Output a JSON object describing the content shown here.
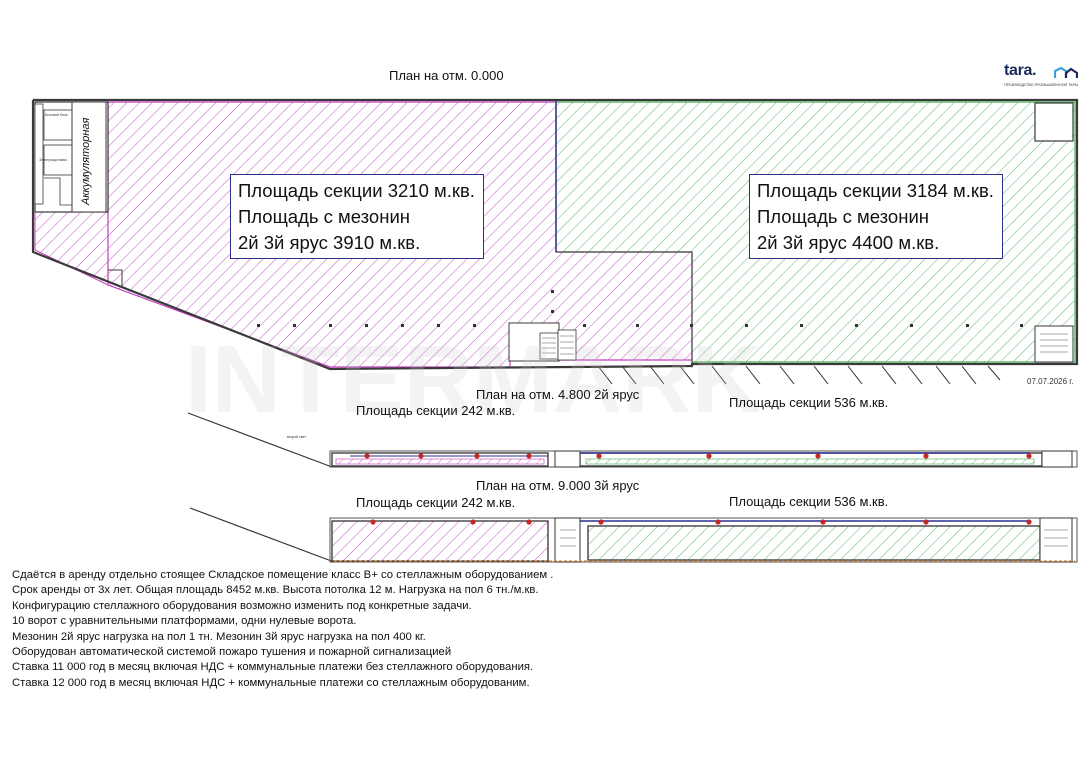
{
  "plan_ground": {
    "title": "План на отм. 0.000",
    "left_section": [
      "Площадь секции 3210 м.кв.",
      "Площадь с мезонин",
      "2й 3й ярус 3910 м.кв."
    ],
    "right_section": [
      "Площадь секции 3184 м.кв.",
      "Площадь с мезонин",
      "2й 3й ярус 4400 м.кв."
    ],
    "room_label": "Аккумуляторная",
    "small_labels": [
      "Бытовой блок",
      "Электрощитовая"
    ]
  },
  "plan_level2": {
    "title": "План на отм. 4.800 2й ярус",
    "left_area": "Площадь секции 242 м.кв.",
    "right_area": "Площадь секции 536 м.кв.",
    "small_label": "второй свет"
  },
  "plan_level3": {
    "title": "План на отм. 9.000 3й ярус",
    "left_area": "Площадь секции 242 м.кв.",
    "right_area": "Площадь секции 536 м.кв."
  },
  "logo": {
    "name": "tara.",
    "tagline": "ПРОИЗВОДСТВО ПРОМЫШЛЕННОЙ ТАРЫ"
  },
  "date": "07.07.2026 г.",
  "watermark": "INTERMARK",
  "description": [
    "Сдаётся в аренду отдельно стоящее Складское помещение класс В+ со стеллажным оборудованием .",
    "Срок аренды от 3х лет. Общая площадь 8452 м.кв.  Высота потолка 12 м. Нагрузка на пол 6 тн./м.кв.",
    "Конфигурацию стеллажного оборудования возможно изменить под конкретные задачи.",
    "10 ворот с уравнительными платформами, одни нулевые ворота.",
    "Мезонин 2й ярус нагрузка на пол 1 тн. Мезонин 3й ярус нагрузка на пол 400 кг.",
    "Оборудован автоматической системой пожаро тушения и пожарной сигнализацией",
    "Ставка 11 000 год в месяц включая НДС + коммунальные платежи без стеллажного оборудования.",
    "Ставка 12 000 год в месяц включая НДС + коммунальные платежи со стеллажным оборудованим."
  ],
  "colors": {
    "left_zone": "#c23ec2",
    "right_zone": "#4cae58",
    "label_border": "#2b2f8f",
    "logo_text": "#1d2a5c",
    "logo_icon": "#3ba3d6"
  }
}
